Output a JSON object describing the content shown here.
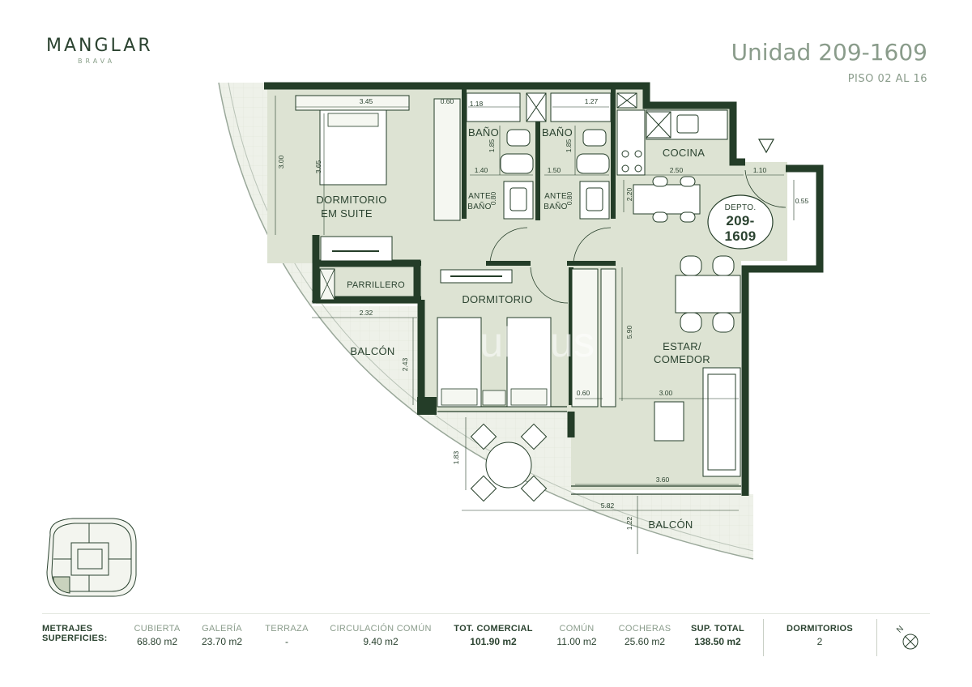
{
  "brand": {
    "name": "MANGLAR",
    "sub": "BRAVA"
  },
  "unit": {
    "title": "Unidad 209-1609",
    "floors": "PISO 02 AL 16",
    "badge_line1": "DEPTO.",
    "badge_line2": "209-",
    "badge_line3": "1609"
  },
  "rooms": {
    "suite_1": "DORMITORIO",
    "suite_2": "EM SUITE",
    "bath": "BAÑO",
    "ante_1": "ANTE",
    "ante_2": "BAÑO",
    "kitchen": "COCINA",
    "bbq": "PARRILLERO",
    "bedroom": "DORMITORIO",
    "living_1": "ESTAR/",
    "living_2": "COMEDOR",
    "balcony": "BALCÓN",
    "watermark": "uruhaus"
  },
  "dims": {
    "d345": "3.45",
    "d060a": "0.60",
    "d118": "1.18",
    "d127": "1.27",
    "d300v": "3.00",
    "d365": "3.65",
    "d185a": "1.85",
    "d185b": "1.85",
    "d140": "1.40",
    "d150": "1.50",
    "d080a": "0.80",
    "d080b": "0.80",
    "d250": "2.50",
    "d110": "1.10",
    "d220": "2.20",
    "d055": "0.55",
    "d232": "2.32",
    "d243": "2.43",
    "d590": "5.90",
    "d060b": "0.60",
    "d300h": "3.00",
    "d183": "1.83",
    "d360": "3.60",
    "d582": "5.82",
    "d122": "1.22"
  },
  "colors": {
    "wall": "#243d28",
    "floor": "#dde3d3",
    "balcony": "#eef1e9",
    "accent": "#8a9c8b"
  },
  "footer": {
    "metrajes_1": "METRAJES",
    "metrajes_2": "SUPERFICIES:",
    "cols": [
      {
        "label": "CUBIERTA",
        "value": "68.80 m2",
        "bold": false
      },
      {
        "label": "GALERÍA",
        "value": "23.70 m2",
        "bold": false
      },
      {
        "label": "TERRAZA",
        "value": "-",
        "bold": false
      },
      {
        "label": "CIRCULACIÓN COMÚN",
        "value": "9.40 m2",
        "bold": false
      },
      {
        "label": "TOT. COMERCIAL",
        "value": "101.90 m2",
        "bold": true
      },
      {
        "label": "COMÚN",
        "value": "11.00 m2",
        "bold": false
      },
      {
        "label": "COCHERAS",
        "value": "25.60 m2",
        "bold": false
      },
      {
        "label": "SUP. TOTAL",
        "value": "138.50 m2",
        "bold": true
      }
    ],
    "bedrooms_label": "DORMITORIOS",
    "bedrooms_value": "2",
    "compass": "N"
  }
}
